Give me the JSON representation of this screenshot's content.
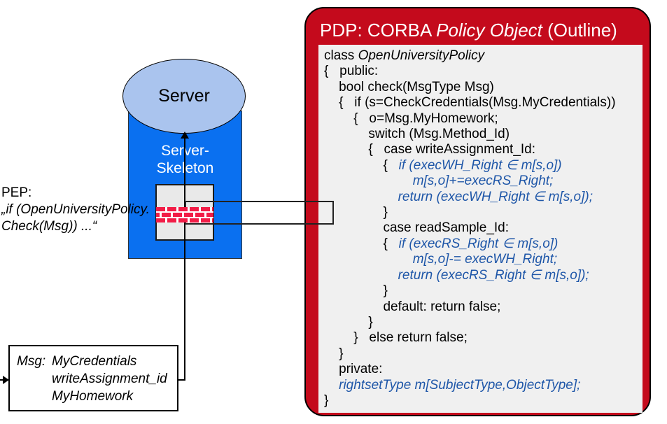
{
  "colors": {
    "pdp_red": "#c40a1c",
    "skeleton_blue": "#0a70f0",
    "ellipse_blue": "#aac4ee",
    "code_blue": "#1e56a8",
    "brick_red": "#f21c46",
    "panel_gray": "#f0f0f0",
    "box_gray": "#e9e9e9"
  },
  "pdp": {
    "title_prefix": "PDP: CORBA ",
    "title_italic": "Policy Object",
    "title_suffix": " (Outline)",
    "code_lines": [
      {
        "segments": [
          {
            "text": "class ",
            "style": "plain"
          },
          {
            "text": "OpenUniversityPolicy",
            "style": "italic"
          }
        ]
      },
      {
        "segments": [
          {
            "text": "{   public:",
            "style": "plain"
          }
        ]
      },
      {
        "segments": [
          {
            "text": "    bool check(MsgType Msg)",
            "style": "plain"
          }
        ]
      },
      {
        "segments": [
          {
            "text": "    {   if (s=CheckCredentials(Msg.MyCredentials))",
            "style": "plain"
          }
        ]
      },
      {
        "segments": [
          {
            "text": "        {   o=Msg.MyHomework;",
            "style": "plain"
          }
        ]
      },
      {
        "segments": [
          {
            "text": "            switch (Msg.Method_Id)",
            "style": "plain"
          }
        ]
      },
      {
        "segments": [
          {
            "text": "            {   case writeAssignment_Id:",
            "style": "plain"
          }
        ]
      },
      {
        "segments": [
          {
            "text": "                {   ",
            "style": "plain"
          },
          {
            "text": "if (execWH_Right ∈ m[s,o])",
            "style": "blue"
          }
        ]
      },
      {
        "segments": [
          {
            "text": "                        ",
            "style": "plain"
          },
          {
            "text": "m[s,o]+=execRS_Right;",
            "style": "blue"
          }
        ]
      },
      {
        "segments": [
          {
            "text": "                    ",
            "style": "plain"
          },
          {
            "text": "return (execWH_Right ∈ m[s,o]);",
            "style": "blue"
          }
        ]
      },
      {
        "segments": [
          {
            "text": "                }",
            "style": "plain"
          }
        ]
      },
      {
        "segments": [
          {
            "text": "                case readSample_Id:",
            "style": "plain"
          }
        ]
      },
      {
        "segments": [
          {
            "text": "                {   ",
            "style": "plain"
          },
          {
            "text": "if (execRS_Right ∈ m[s,o])",
            "style": "blue"
          }
        ]
      },
      {
        "segments": [
          {
            "text": "                        ",
            "style": "plain"
          },
          {
            "text": "m[s,o]-= execWH_Right;",
            "style": "blue"
          }
        ]
      },
      {
        "segments": [
          {
            "text": "                    ",
            "style": "plain"
          },
          {
            "text": "return (execRS_Right ∈ m[s,o]);",
            "style": "blue"
          }
        ]
      },
      {
        "segments": [
          {
            "text": "                }",
            "style": "plain"
          }
        ]
      },
      {
        "segments": [
          {
            "text": "                default: return false;",
            "style": "plain"
          }
        ]
      },
      {
        "segments": [
          {
            "text": "            }",
            "style": "plain"
          }
        ]
      },
      {
        "segments": [
          {
            "text": "        }   else return false;",
            "style": "plain"
          }
        ]
      },
      {
        "segments": [
          {
            "text": "    }",
            "style": "plain"
          }
        ]
      },
      {
        "segments": [
          {
            "text": "    private:",
            "style": "plain"
          }
        ]
      },
      {
        "segments": [
          {
            "text": "    ",
            "style": "plain"
          },
          {
            "text": "rightsetType m[SubjectType,ObjectType];",
            "style": "blue"
          }
        ]
      },
      {
        "segments": [
          {
            "text": "}",
            "style": "plain"
          }
        ]
      }
    ]
  },
  "server": {
    "label": "Server",
    "skeleton_line1": "Server-",
    "skeleton_line2": "Skeleton"
  },
  "pep": {
    "label": "PEP:",
    "code_line1": "„if (OpenUniversityPolicy.",
    "code_line2": "Check(Msg)) ...“"
  },
  "msg_box": {
    "label": "Msg:",
    "fields": [
      "MyCredentials",
      "writeAssignment_id",
      "MyHomework"
    ]
  }
}
